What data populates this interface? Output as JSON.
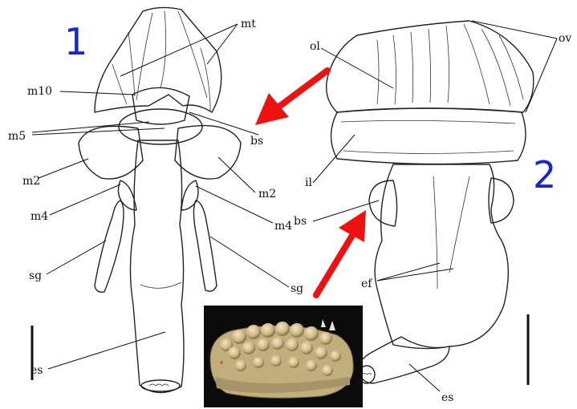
{
  "figure_numbers": {
    "fig1": "1",
    "fig2": "2"
  },
  "labels": {
    "mt": "mt",
    "m10": "m10",
    "m5": "m5",
    "bs_fig1": "bs",
    "m2_left": "m2",
    "m2_right": "m2",
    "m4_left": "m4",
    "m4_right": "m4",
    "sg_left": "sg",
    "sg_right": "sg",
    "es_fig1": "es",
    "ol": "ol",
    "ov": "ov",
    "il": "il",
    "bs_fig2": "bs",
    "ef": "ef",
    "es_fig2": "es"
  },
  "colors": {
    "figure_number": "#1a26c8",
    "arrow": "#ee1111",
    "ink": "#222222",
    "photo_background": "#0b0b0b",
    "specimen": "#cbb98a"
  }
}
